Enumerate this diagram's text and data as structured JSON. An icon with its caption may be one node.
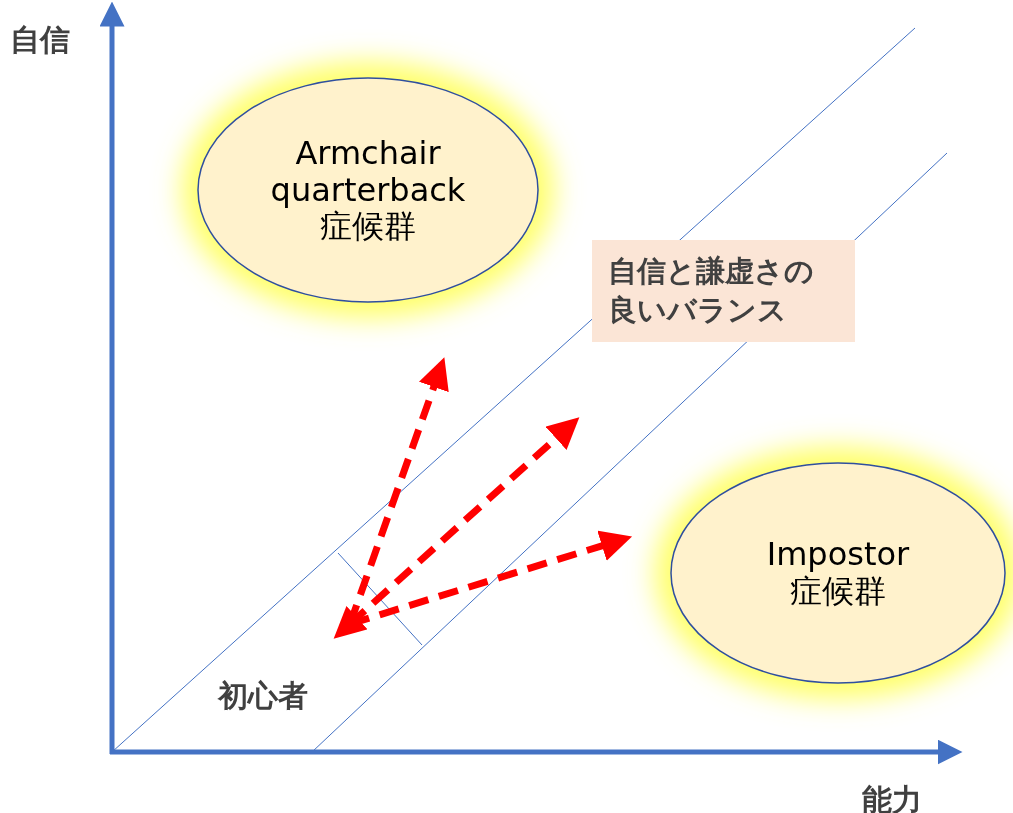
{
  "diagram": {
    "nodes": [
      {
        "text": [
          "Armchair quarterback",
          "症候群"
        ]
      },
      {
        "text": [
          "Impostor",
          "症候群"
        ]
      },
      {
        "text": [
          "自信と謙虚さの良いバランス"
        ]
      }
    ],
    "labels": [
      "自信",
      "能力",
      "初心者"
    ]
  }
}
